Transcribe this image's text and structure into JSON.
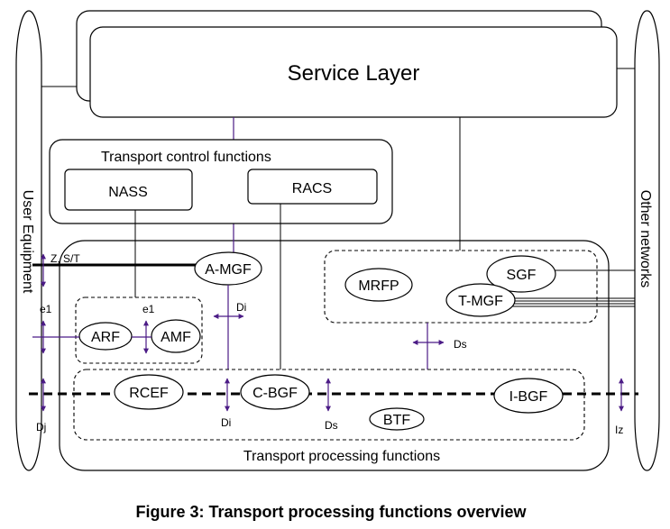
{
  "service_layer": "Service Layer",
  "transport_control_functions": "Transport control functions",
  "nass": "NASS",
  "racs": "RACS",
  "user_equipment": "User Equipment",
  "other_networks": "Other networks",
  "a_mgf": "A-MGF",
  "mrfp": "MRFP",
  "sgf": "SGF",
  "t_mgf": "T-MGF",
  "arf": "ARF",
  "amf": "AMF",
  "rcef": "RCEF",
  "c_bgf": "C-BGF",
  "i_bgf": "I-BGF",
  "btf": "BTF",
  "transport_processing_functions": "Transport processing functions",
  "ref_z_st": "Z, S/T",
  "ref_e1_left": "e1",
  "ref_e1_right": "e1",
  "ref_di_upper": "Di",
  "ref_di_lower": "Di",
  "ref_ds_upper": "Ds",
  "ref_ds_lower": "Ds",
  "ref_dj": "Dj",
  "ref_iz": "Iz",
  "caption": "Figure 3: Transport processing functions overview",
  "colors": {
    "interface_arrow": "#4b1b86",
    "line": "#000000"
  }
}
